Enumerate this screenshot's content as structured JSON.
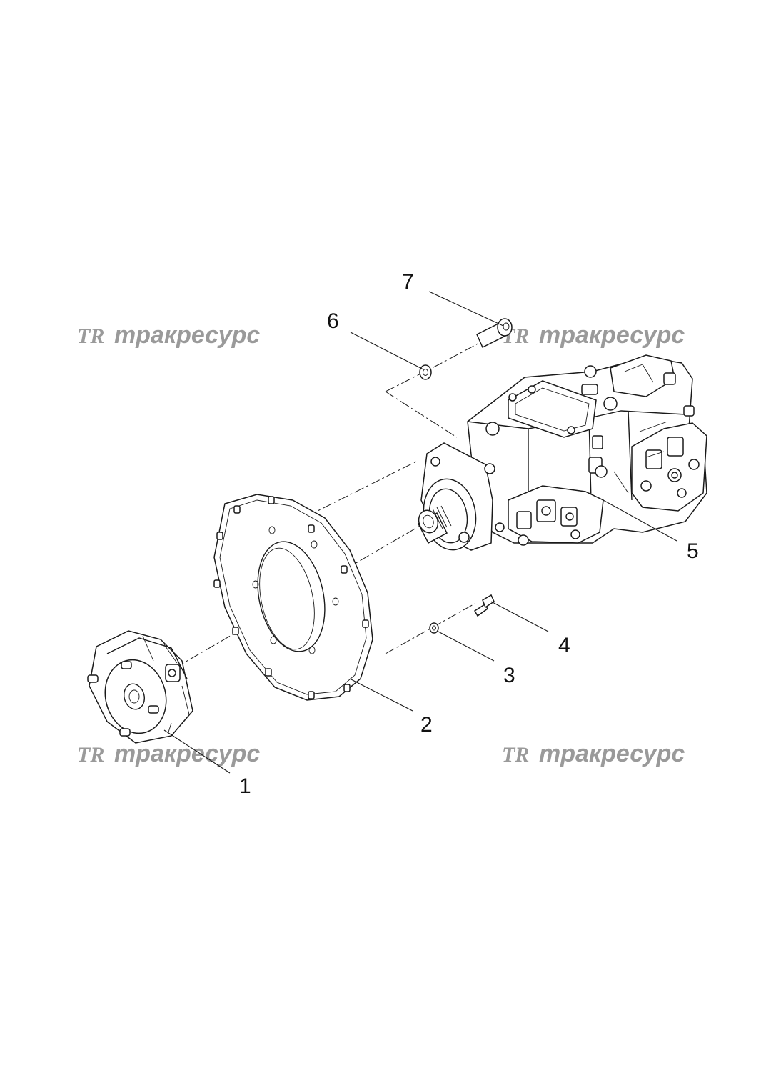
{
  "watermark": {
    "logo_text": "TR",
    "brand_text": "тракресурс"
  },
  "callouts": [
    "1",
    "2",
    "3",
    "4",
    "5",
    "6",
    "7"
  ]
}
